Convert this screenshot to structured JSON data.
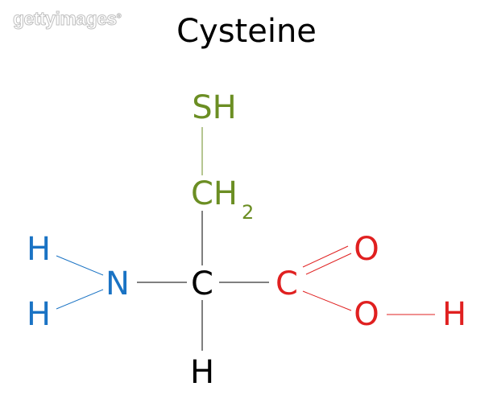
{
  "watermark": {
    "text": "gettyimages",
    "mark": "®"
  },
  "title": "Cysteine",
  "colors": {
    "black": "#000000",
    "green": "#6b8e23",
    "blue": "#1a73c4",
    "red": "#e02020"
  },
  "atoms": {
    "sh": "SH",
    "ch2_main": "CH",
    "ch2_sub": "2",
    "n": "N",
    "h_nh_top": "H",
    "h_nh_bottom": "H",
    "c_alpha": "C",
    "h_bottom": "H",
    "c_carboxyl": "C",
    "o_double": "O",
    "o_single": "O",
    "h_hydroxyl": "H"
  }
}
